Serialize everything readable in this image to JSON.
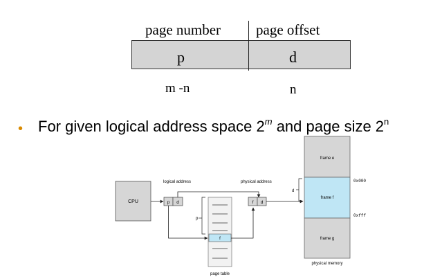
{
  "paging": {
    "field_labels": {
      "page_number": "page number",
      "page_offset": "page offset"
    },
    "cells": {
      "p": "p",
      "d": "d"
    },
    "bit_widths": {
      "page_number": "m -n",
      "page_offset": "n"
    },
    "bullet": {
      "text_before": "For given logical address space 2",
      "exp_m": "m",
      "text_mid": " and page size 2",
      "exp_n": "n"
    }
  },
  "diagram": {
    "cpu": "CPU",
    "logical_address_label": "logical address",
    "physical_address_label": "physical address",
    "logical_p": "p",
    "logical_d": "d",
    "physical_f": "f",
    "physical_d": "d",
    "page_table_label": "page table",
    "page_table_p": "p",
    "page_table_f": "f",
    "d_label": "d",
    "frames": {
      "e": "frame e",
      "f": "frame f",
      "g": "frame g"
    },
    "addr_start": "0x000",
    "addr_end": "0xfff",
    "physical_memory_label": "physical memory",
    "colors": {
      "highlight": "#bfe6f5",
      "frame_fill": "#d6d6d6",
      "bullet": "#d98a00"
    }
  }
}
